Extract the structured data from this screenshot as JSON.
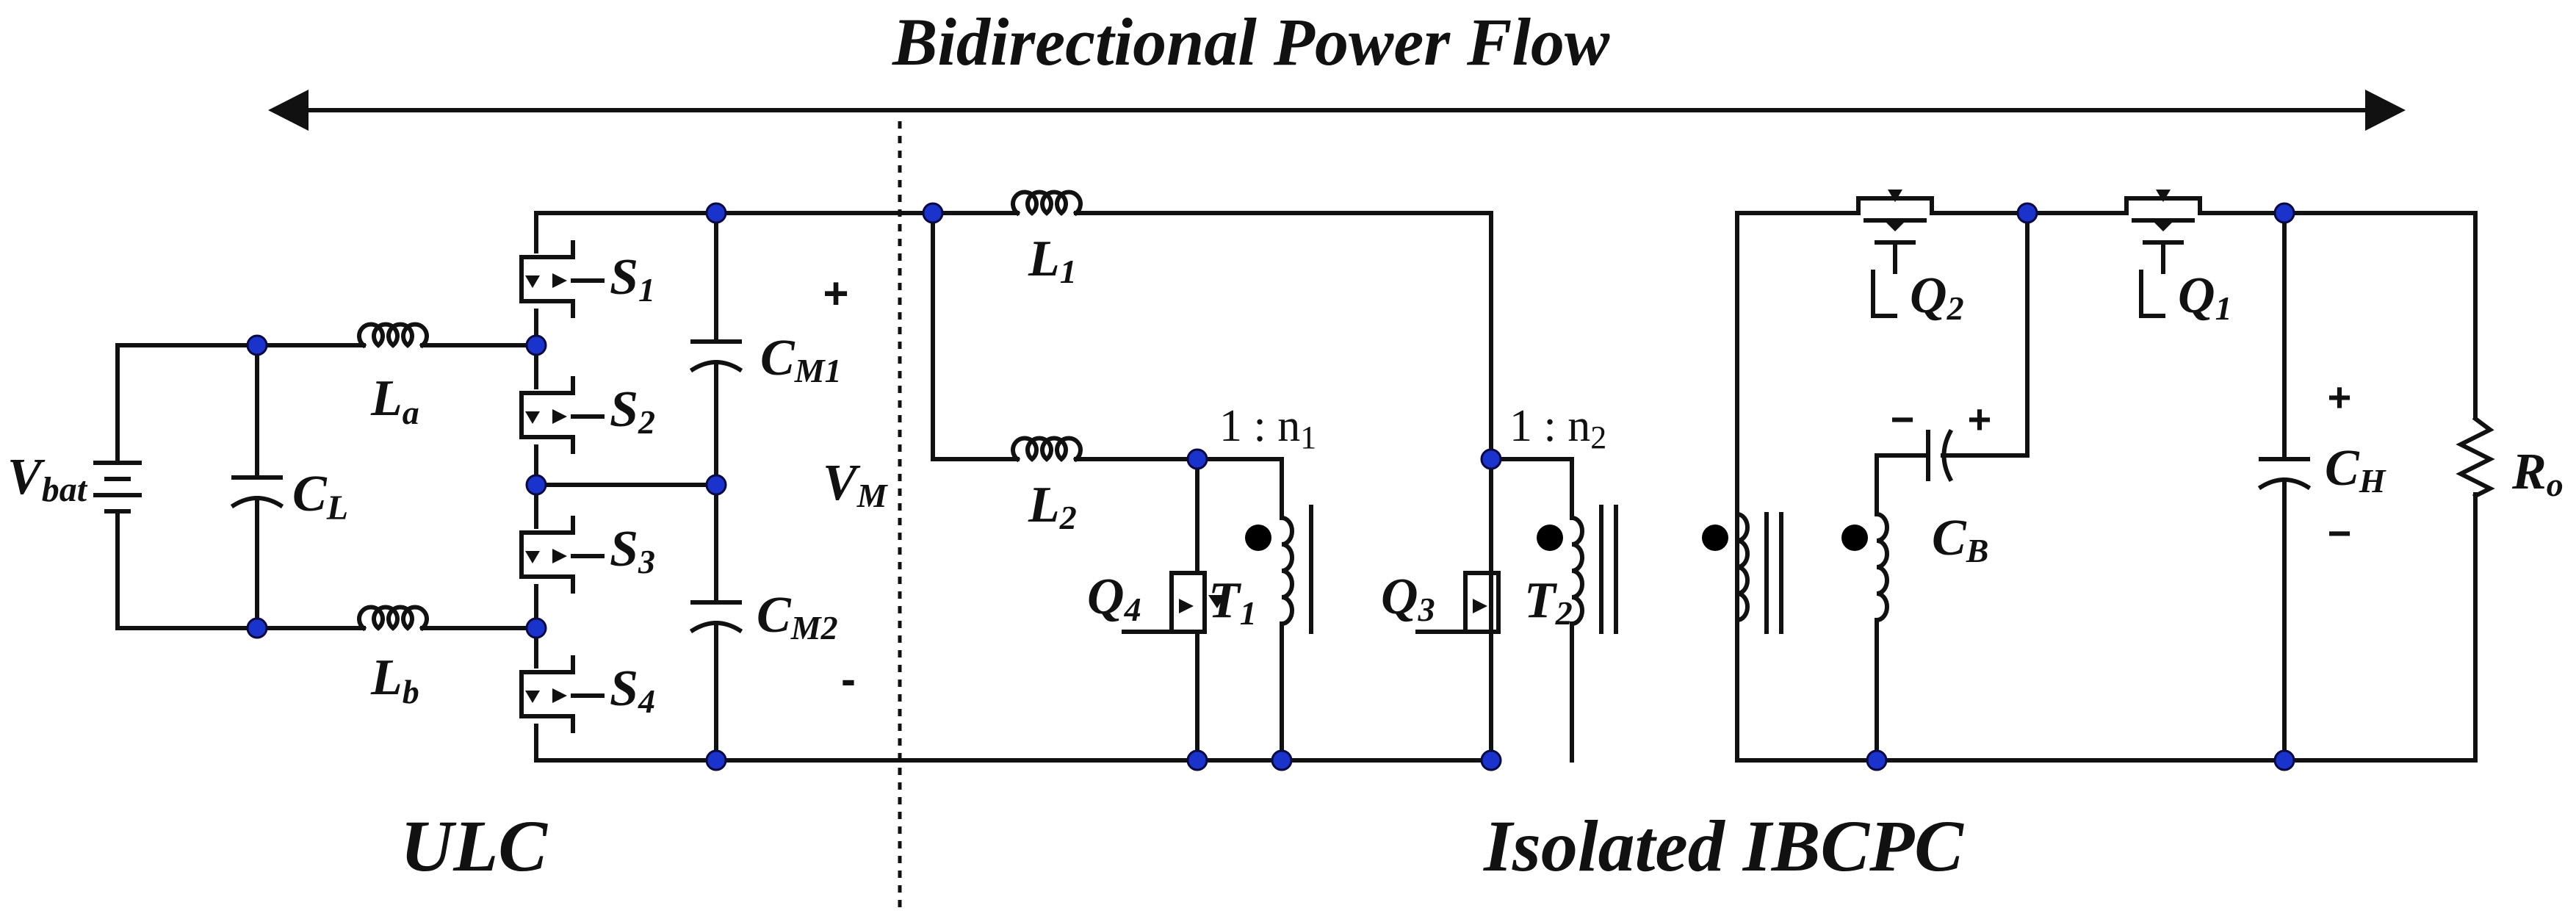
{
  "title": "Bidirectional Power Flow",
  "sections": {
    "left": "ULC",
    "right": "Isolated IBCPC"
  },
  "labels": {
    "vbat_main": "V",
    "vbat_sub": "bat",
    "cl_main": "C",
    "cl_sub": "L",
    "la_main": "L",
    "la_sub": "a",
    "lb_main": "L",
    "lb_sub": "b",
    "s1_main": "S",
    "s1_sub": "1",
    "s2_main": "S",
    "s2_sub": "2",
    "s3_main": "S",
    "s3_sub": "3",
    "s4_main": "S",
    "s4_sub": "4",
    "cm1_main": "C",
    "cm1_sub": "M1",
    "cm2_main": "C",
    "cm2_sub": "M2",
    "vm_main": "V",
    "vm_sub": "M",
    "l1_main": "L",
    "l1_sub": "1",
    "l2_main": "L",
    "l2_sub": "2",
    "ratio1_main": "1 : n",
    "ratio1_sub": "1",
    "ratio2_main": "1 : n",
    "ratio2_sub": "2",
    "q1_main": "Q",
    "q1_sub": "1",
    "q2_main": "Q",
    "q2_sub": "2",
    "q3_main": "Q",
    "q3_sub": "3",
    "q4_main": "Q",
    "q4_sub": "4",
    "t1_main": "T",
    "t1_sub": "1",
    "t2_main": "T",
    "t2_sub": "2",
    "cb_main": "C",
    "cb_sub": "B",
    "ch_main": "C",
    "ch_sub": "H",
    "ro_main": "R",
    "ro_sub": "o"
  },
  "signs": {
    "vm_plus": "+",
    "vm_minus": "-",
    "cb_minus": "−",
    "cb_plus": "+",
    "ch_plus": "+",
    "ch_minus": "−"
  }
}
